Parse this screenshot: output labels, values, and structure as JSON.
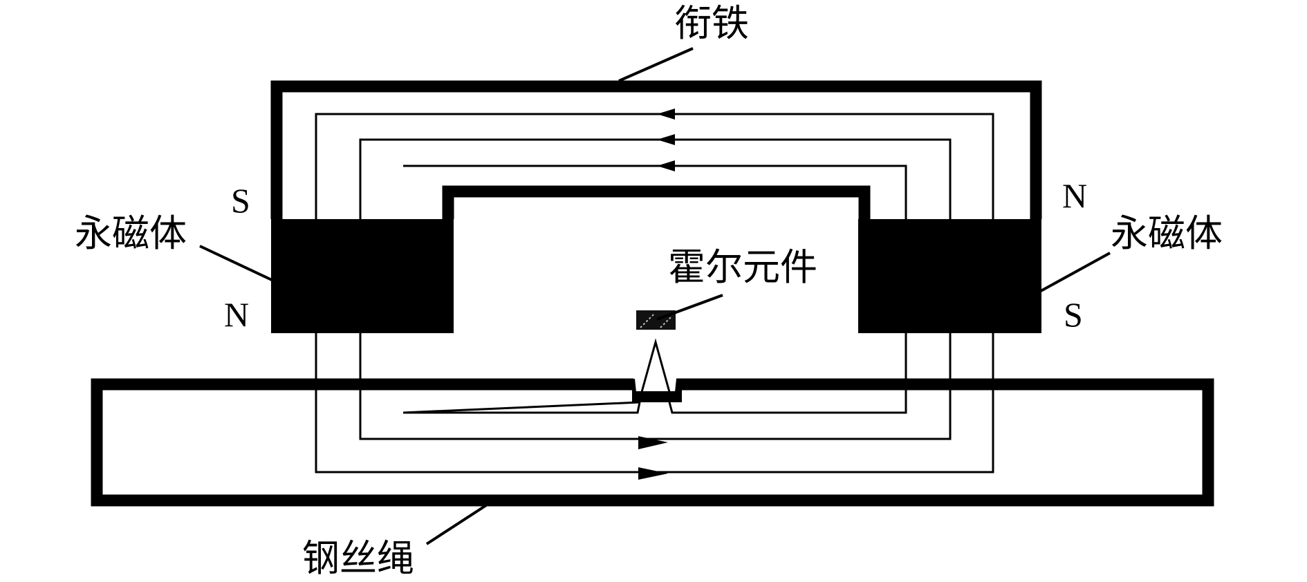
{
  "labels": {
    "armature": "衔铁",
    "magnet_left": "永磁体",
    "magnet_right": "永磁体",
    "hall_element": "霍尔元件",
    "steel_rope": "钢丝绳"
  },
  "poles": {
    "left_top": "S",
    "left_bottom": "N",
    "right_top": "N",
    "right_bottom": "S"
  },
  "colors": {
    "ink": "#000000",
    "background": "#ffffff"
  }
}
